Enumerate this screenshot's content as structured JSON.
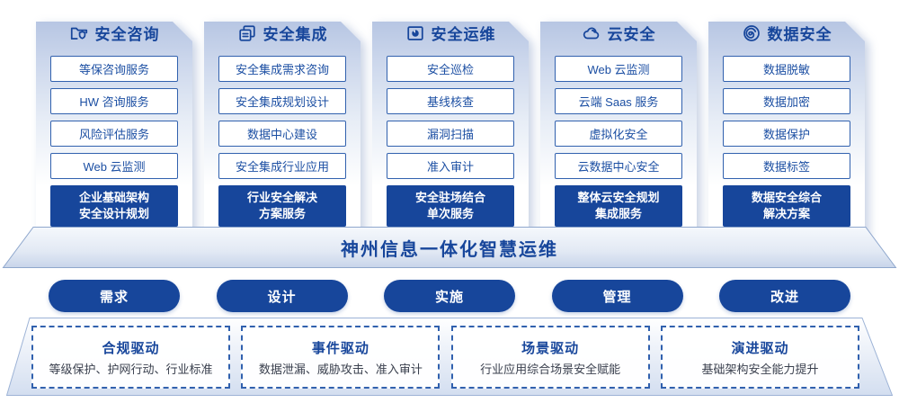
{
  "palette": {
    "primary_blue": "#17469B",
    "item_border_blue": "#3161AE",
    "item_text_blue": "#1C4FA3",
    "panel_edge_blue": "#97AED2",
    "card_top_tint": "#B7C6E3",
    "subtitle_gray": "#3A404E"
  },
  "columns": [
    {
      "title": "安全咨询",
      "icon": "folder-shield-icon",
      "items": [
        "等保咨询服务",
        "HW 咨询服务",
        "风险评估服务",
        "Web 云监测"
      ],
      "footer": "企业基础架构\n安全设计规划"
    },
    {
      "title": "安全集成",
      "icon": "stacked-documents-icon",
      "items": [
        "安全集成需求咨询",
        "安全集成规划设计",
        "数据中心建设",
        "安全集成行业应用"
      ],
      "footer": "行业安全解决\n方案服务"
    },
    {
      "title": "安全运维",
      "icon": "ops-monitor-icon",
      "items": [
        "安全巡检",
        "基线核查",
        "漏洞扫描",
        "准入审计"
      ],
      "footer": "安全驻场结合\n单次服务"
    },
    {
      "title": "云安全",
      "icon": "cloud-icon",
      "items": [
        "Web 云监测",
        "云端 Saas 服务",
        "虚拟化安全",
        "云数据中心安全"
      ],
      "footer": "整体云安全规划\n集成服务"
    },
    {
      "title": "数据安全",
      "icon": "data-spiral-icon",
      "items": [
        "数据脱敏",
        "数据加密",
        "数据保护",
        "数据标签"
      ],
      "footer": "数据安全综合\n解决方案"
    }
  ],
  "banner": {
    "title": "神州信息一体化智慧运维"
  },
  "phases": [
    "需求",
    "设计",
    "实施",
    "管理",
    "改进"
  ],
  "drivers": [
    {
      "title": "合规驱动",
      "subtitle": "等级保护、护网行动、行业标准"
    },
    {
      "title": "事件驱动",
      "subtitle": "数据泄漏、威胁攻击、准入审计"
    },
    {
      "title": "场景驱动",
      "subtitle": "行业应用综合场景安全赋能"
    },
    {
      "title": "演进驱动",
      "subtitle": "基础架构安全能力提升"
    }
  ]
}
